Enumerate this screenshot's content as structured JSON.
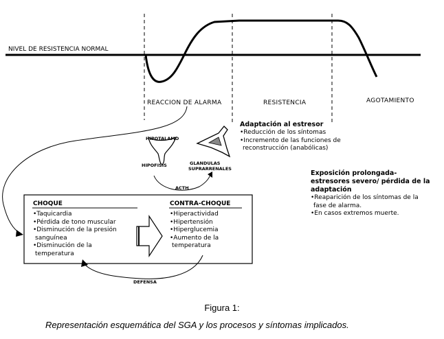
{
  "top_label": "NIVEL DE RESISTENCIA NORMAL",
  "phases": [
    "REACCION DE ALARMA",
    "RESISTENCIA",
    "AGOTAMIENTO"
  ],
  "adaptation": {
    "title": "Adaptación al estresor",
    "items": [
      "•Reducción de los síntomas",
      "•Incremento de las funciones de",
      "reconstrucción (anabólicas)"
    ]
  },
  "exposure": {
    "title_lines": [
      "Exposición prolongada-",
      "estresores severo/ pérdida de la",
      "adaptación"
    ],
    "items": [
      "•Reaparición de los síntomas de la",
      "fase de alarma.",
      "•En casos extremos muerte."
    ]
  },
  "organs": {
    "hypothalamus": "HIPOTALAMO",
    "hypophysis": "HIPOFISIS",
    "adrenal_lines": [
      "GLANDULAS",
      "SUPRARRENALES"
    ],
    "acth": "ACTH"
  },
  "shock": {
    "title": "CHOQUE",
    "items": [
      "•Taquicardia",
      "•Pérdida de tono muscular",
      "•Disminución de la presión",
      "sanguínea",
      "•Disminución de la",
      "temperatura"
    ]
  },
  "counter_shock": {
    "title": "CONTRA-CHOQUE",
    "items": [
      "•Hiperactividad",
      "•Hipertensión",
      "•Hiperglucemia",
      "•Aumento de la",
      "temperatura"
    ]
  },
  "defense": "DEFENSA",
  "figure_label": "Figura 1:",
  "figure_caption": "Representación esquemática del SGA y los procesos y síntomas implicados."
}
